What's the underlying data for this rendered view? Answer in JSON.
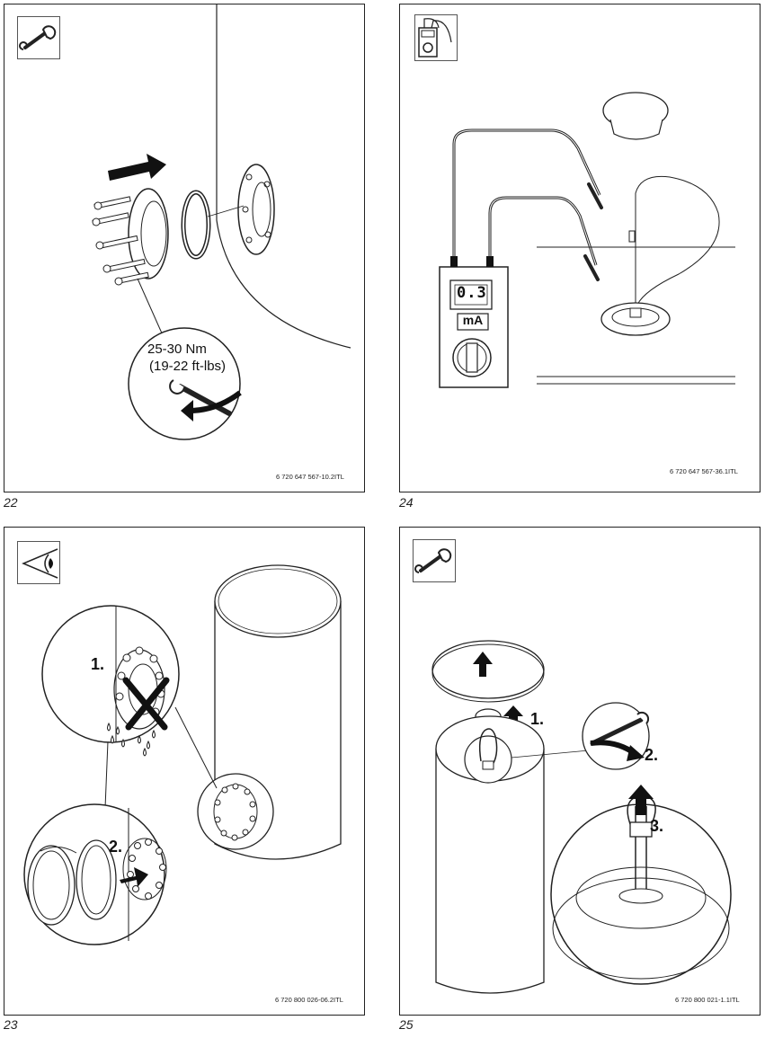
{
  "figures": [
    {
      "number": "22",
      "code": "6 720 647 567-10.2ITL",
      "icon": "wrench-icon",
      "torque": {
        "line1": "25-30 Nm",
        "line2": "(19-22 ft-lbs)"
      }
    },
    {
      "number": "24",
      "code": "6 720 647 567-36.1ITL",
      "icon": "multimeter-icon",
      "meter": {
        "reading": "0.3",
        "unit": "mA"
      }
    },
    {
      "number": "23",
      "code": "6 720 800 026-06.2ITL",
      "icon": "eye-icon",
      "steps": [
        "1.",
        "2."
      ]
    },
    {
      "number": "25",
      "code": "6 720 800 021-1.1ITL",
      "icon": "wrench-icon",
      "steps": [
        "1.",
        "2.",
        "3."
      ]
    }
  ]
}
